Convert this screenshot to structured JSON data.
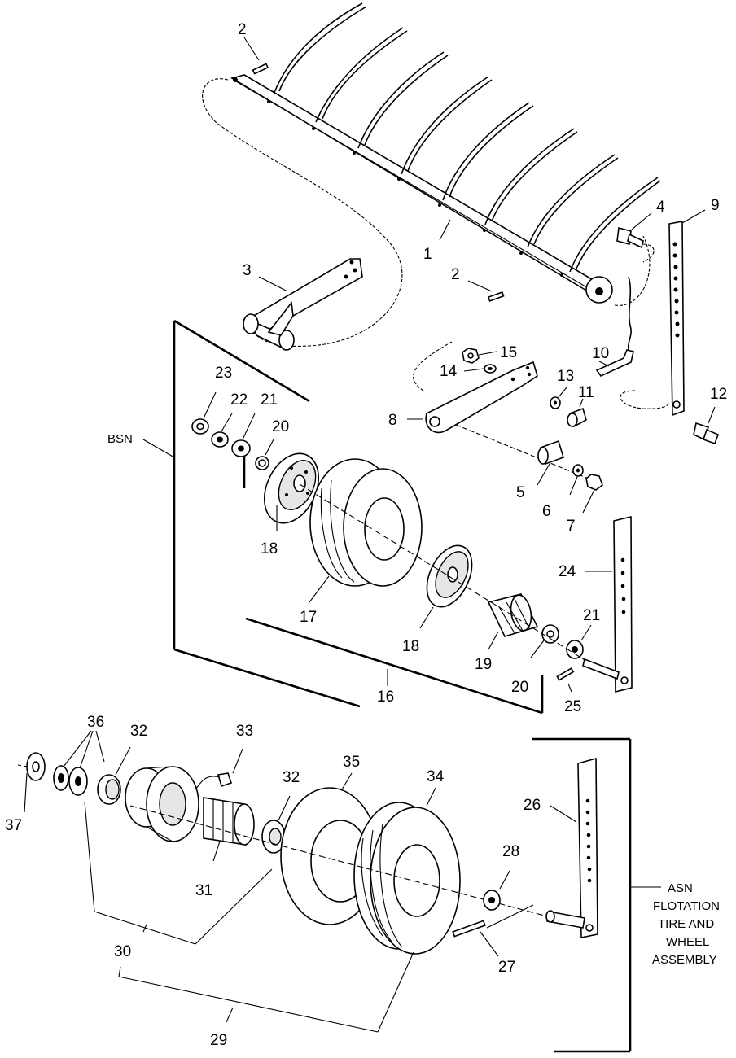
{
  "callouts": [
    {
      "id": "c2a",
      "text": "2"
    },
    {
      "id": "c2b",
      "text": "2"
    },
    {
      "id": "c1",
      "text": "1"
    },
    {
      "id": "c3",
      "text": "3"
    },
    {
      "id": "c4",
      "text": "4"
    },
    {
      "id": "c9",
      "text": "9"
    },
    {
      "id": "c15",
      "text": "15"
    },
    {
      "id": "c14",
      "text": "14"
    },
    {
      "id": "c10",
      "text": "10"
    },
    {
      "id": "c13",
      "text": "13"
    },
    {
      "id": "c11",
      "text": "11"
    },
    {
      "id": "c8",
      "text": "8"
    },
    {
      "id": "c12",
      "text": "12"
    },
    {
      "id": "c5",
      "text": "5"
    },
    {
      "id": "c6",
      "text": "6"
    },
    {
      "id": "c7",
      "text": "7"
    },
    {
      "id": "c23",
      "text": "23"
    },
    {
      "id": "c22",
      "text": "22"
    },
    {
      "id": "c21a",
      "text": "21"
    },
    {
      "id": "c20a",
      "text": "20"
    },
    {
      "id": "c18a",
      "text": "18"
    },
    {
      "id": "c17",
      "text": "17"
    },
    {
      "id": "c18b",
      "text": "18"
    },
    {
      "id": "c19",
      "text": "19"
    },
    {
      "id": "c20b",
      "text": "20"
    },
    {
      "id": "c21b",
      "text": "21"
    },
    {
      "id": "c24",
      "text": "24"
    },
    {
      "id": "c25",
      "text": "25"
    },
    {
      "id": "c16",
      "text": "16"
    },
    {
      "id": "c36",
      "text": "36"
    },
    {
      "id": "c32a",
      "text": "32"
    },
    {
      "id": "c33",
      "text": "33"
    },
    {
      "id": "c32b",
      "text": "32"
    },
    {
      "id": "c35",
      "text": "35"
    },
    {
      "id": "c34",
      "text": "34"
    },
    {
      "id": "c37",
      "text": "37"
    },
    {
      "id": "c31",
      "text": "31"
    },
    {
      "id": "c26",
      "text": "26"
    },
    {
      "id": "c28",
      "text": "28"
    },
    {
      "id": "c30",
      "text": "30"
    },
    {
      "id": "c27",
      "text": "27"
    },
    {
      "id": "c29",
      "text": "29"
    }
  ],
  "notes": {
    "bsn": "BSN",
    "asn_lines": [
      "ASN",
      "FLOTATION",
      "TIRE AND",
      "WHEEL",
      "ASSEMBLY"
    ]
  }
}
